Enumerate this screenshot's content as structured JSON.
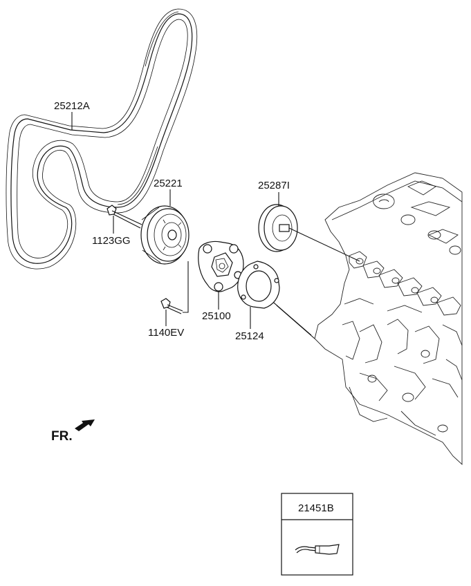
{
  "parts": [
    {
      "id": "belt",
      "number": "25212A"
    },
    {
      "id": "idler-pulley",
      "number": "25221"
    },
    {
      "id": "tensioner-pulley",
      "number": "25287I"
    },
    {
      "id": "pulley-bolt",
      "number": "1123GG"
    },
    {
      "id": "water-pump",
      "number": "25100"
    },
    {
      "id": "pump-bolt",
      "number": "1140EV"
    },
    {
      "id": "gasket",
      "number": "25124"
    }
  ],
  "front_marker": "FR.",
  "inset": {
    "number": "21451B"
  },
  "colors": {
    "line": "#111111",
    "background": "#ffffff"
  }
}
